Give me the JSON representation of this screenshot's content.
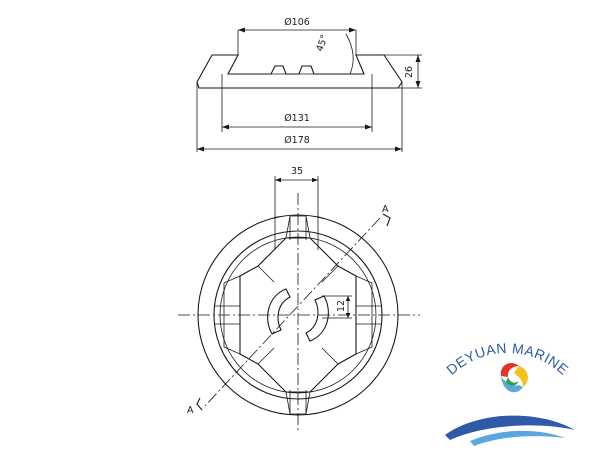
{
  "side_view": {
    "dim_top": "Ø106",
    "dim_angle": "45°",
    "dim_height": "26",
    "dim_middle": "Ø131",
    "dim_bottom": "Ø178"
  },
  "top_view": {
    "dim_width": "35",
    "dim_small": "12",
    "section_label_top": "A",
    "section_label_bottom": "A"
  },
  "logo": {
    "brand_text": "DEYUAN MARINE",
    "colors": {
      "blue": "#2e5aa8",
      "red": "#e0342c",
      "yellow": "#f4c21a",
      "green": "#2f9e44",
      "light_blue": "#5aa6e0"
    }
  }
}
